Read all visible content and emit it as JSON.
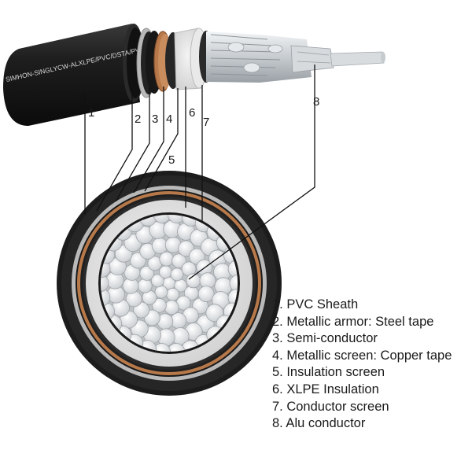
{
  "diagram": {
    "sheath_print": "SIMHON-SINGLYCW-ALXLPE/PVC/DSTA/PVC-W",
    "callout_numbers": [
      "1",
      "2",
      "3",
      "4",
      "5",
      "6",
      "7",
      "8"
    ],
    "legend": [
      "1. PVC Sheath",
      "2. Metallic armor: Steel tape",
      "3. Semi-conductor",
      "4. Metallic screen: Copper tape",
      "5. Insulation screen",
      "6. XLPE Insulation",
      "7. Conductor screen",
      "8. Alu conductor"
    ],
    "colors": {
      "pvc_sheath": "#1c1c1c",
      "steel_armor": "#b9b9b9",
      "copper_tape": "#b8794a",
      "xlpe_insulation": "#e3e3e3",
      "aluminium": "#d9dde0",
      "leader_line": "#111111"
    }
  }
}
